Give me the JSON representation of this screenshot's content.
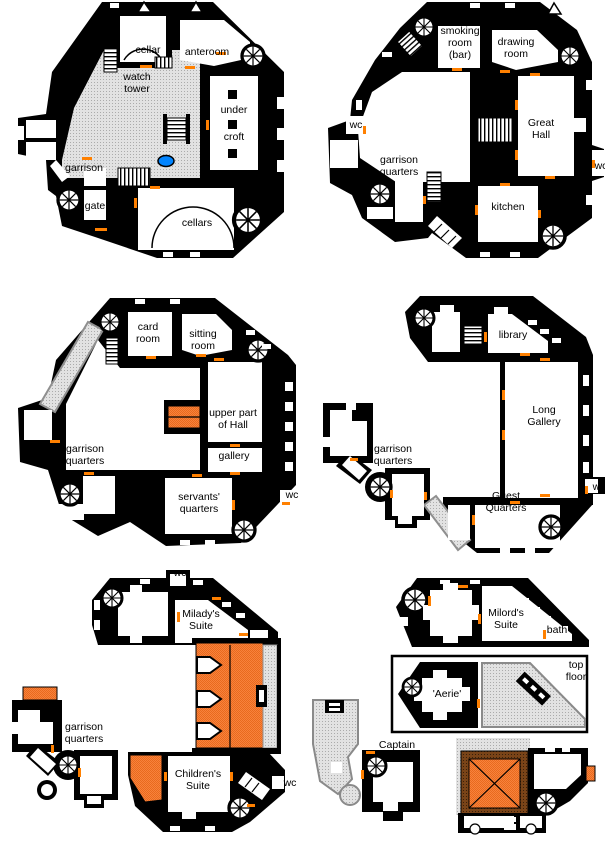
{
  "document": {
    "type": "multi-level castle floor plan drawing",
    "background": "#FFFFFF"
  },
  "colors": {
    "wall": "#000000",
    "room": "#FFFFFF",
    "door_orange": "#FF8000",
    "roof_orange": "#F8823C",
    "roof_orange_dark": "#E86A1E",
    "courtyard_gray": "#E2E2E2",
    "stipple_dot": "#ABABAB",
    "roof_edge_gray": "#8F8F8F",
    "well_blue": "#0084FF",
    "frame_brown": "#7A4418"
  },
  "floors": [
    {
      "id": "floor-1",
      "labels": {
        "cellar": "cellar",
        "anteroom": "anteroom",
        "watch_tower": "watch\ntower",
        "under": "under",
        "croft": "croft",
        "garrison": "garrison",
        "gate": "gate",
        "cellars": "cellars"
      }
    },
    {
      "id": "floor-2",
      "labels": {
        "smoking_room": "smoking\nroom\n(bar)",
        "drawing_room": "drawing\nroom",
        "great_hall": "Great\nHall",
        "wc_left": "wc",
        "garrison_quarters": "garrison\nquarters",
        "kitchen": "kitchen",
        "wc_right": "wc"
      }
    },
    {
      "id": "floor-3",
      "labels": {
        "card_room": "card\nroom",
        "sitting_room": "sitting\nroom",
        "upper_part_of_hall": "upper part\nof Hall",
        "garrison_quarters": "garrison\nquarters",
        "gallery": "gallery",
        "servants_quarters": "servants'\nquarters",
        "wc": "wc"
      }
    },
    {
      "id": "floor-4",
      "labels": {
        "library": "library",
        "long_gallery": "Long\nGallery",
        "garrison_quarters": "garrison\nquarters",
        "guest_quarters": "Guest\nQuarters",
        "wc": "wc"
      }
    },
    {
      "id": "floor-5",
      "labels": {
        "wc_top": "wc",
        "miladys_suite": "Milady's\nSuite",
        "garrison_quarters": "garrison\nquarters",
        "childrens_suite": "Children's\nSuite",
        "wc_right": "wc"
      }
    },
    {
      "id": "floor-6",
      "labels": {
        "milords_suite": "Milord's\nSuite",
        "bath": "bath",
        "aerie": "'Aerie'",
        "top_floor": "top\nfloor",
        "captain": "Captain"
      }
    }
  ]
}
